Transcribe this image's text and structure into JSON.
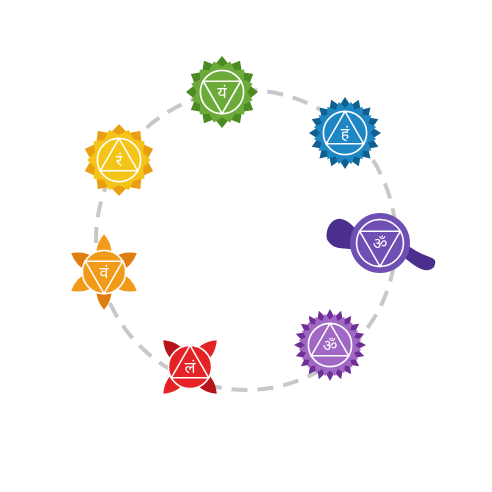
{
  "ring": {
    "dash_color": "#c8c8c8"
  },
  "chakras": [
    {
      "name": "crown",
      "color": "#a068c4",
      "dark": "#6e2f96",
      "light": "#c9a3e0",
      "symbol": "ॐ"
    },
    {
      "name": "third-eye",
      "color": "#6f4fb4",
      "dark": "#4b2f8c",
      "light": "#9f87d4",
      "symbol": "ॐ"
    },
    {
      "name": "throat",
      "color": "#1f86c4",
      "dark": "#0f5f90",
      "light": "#47b3e8",
      "symbol": "हं"
    },
    {
      "name": "heart",
      "color": "#6cab3a",
      "dark": "#4d8a22",
      "light": "#8cc455",
      "symbol": "यं"
    },
    {
      "name": "solar-plexus",
      "color": "#f5c418",
      "dark": "#e8a012",
      "light": "#ffd84a",
      "symbol": "रं"
    },
    {
      "name": "sacral",
      "color": "#f29a1a",
      "dark": "#e07d10",
      "light": "#ffb44a",
      "symbol": "वं"
    },
    {
      "name": "root",
      "color": "#e52326",
      "dark": "#b7141a",
      "light": "#f25050",
      "symbol": "लं"
    }
  ]
}
